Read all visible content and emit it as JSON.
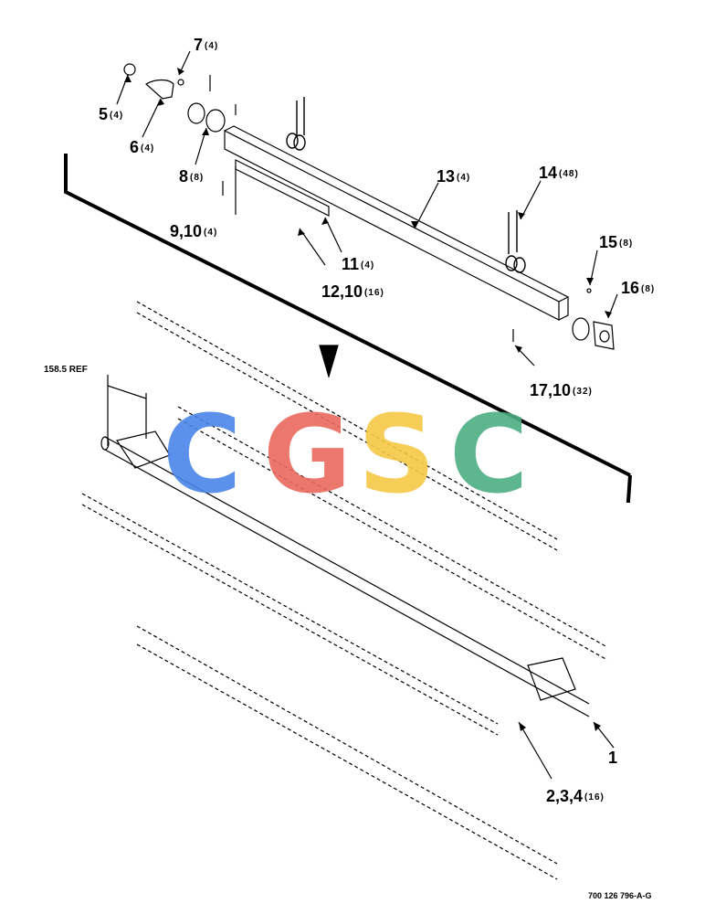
{
  "callouts": {
    "c7": {
      "num": "7",
      "qty": "(4)"
    },
    "c5": {
      "num": "5",
      "qty": "(4)"
    },
    "c6": {
      "num": "6",
      "qty": "(4)"
    },
    "c8": {
      "num": "8",
      "qty": "(8)"
    },
    "c910": {
      "num": "9,10",
      "qty": "(4)"
    },
    "c11": {
      "num": "11",
      "qty": "(4)"
    },
    "c1210": {
      "num": "12,10",
      "qty": "(16)"
    },
    "c13": {
      "num": "13",
      "qty": "(4)"
    },
    "c14": {
      "num": "14",
      "qty": "(48)"
    },
    "c15": {
      "num": "15",
      "qty": "(8)"
    },
    "c16": {
      "num": "16",
      "qty": "(8)"
    },
    "c1710": {
      "num": "17,10",
      "qty": "(32)"
    },
    "c1": {
      "num": "1"
    },
    "c234": {
      "num": "2,3,4",
      "qty": "(16)"
    }
  },
  "reference": "158.5 REF",
  "figure_code": "700 126 796-A-G",
  "watermark": {
    "letters": [
      "C",
      "G",
      "S",
      "C"
    ],
    "colors": [
      "#4a86e8",
      "#ea6a5e",
      "#f6c945",
      "#4caf82"
    ]
  }
}
